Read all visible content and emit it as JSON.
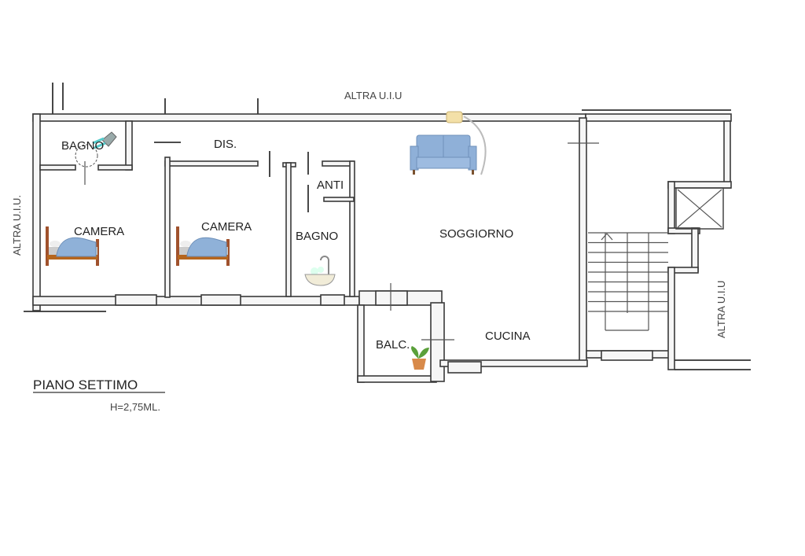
{
  "plan": {
    "title": "PIANO SETTIMO",
    "height_note": "H=2,75ML.",
    "neighbors": {
      "top": "ALTRA U.I.U",
      "left": "ALTRA U.I.U.",
      "right": "ALTRA U.I.U"
    },
    "rooms": {
      "bagno_small": "BAGNO",
      "dis": "DIS.",
      "camera1": "CAMERA",
      "camera2": "CAMERA",
      "anti": "ANTI",
      "bagno": "BAGNO",
      "soggiorno": "SOGGIORNO",
      "balc": "BALC.",
      "cucina": "CUCINA"
    },
    "icons": [
      "shower-icon",
      "bed-icon",
      "bed-icon",
      "bathtub-icon",
      "sofa-icon",
      "floor-lamp-icon",
      "plant-icon",
      "elevator-icon",
      "stairs-icon"
    ]
  }
}
